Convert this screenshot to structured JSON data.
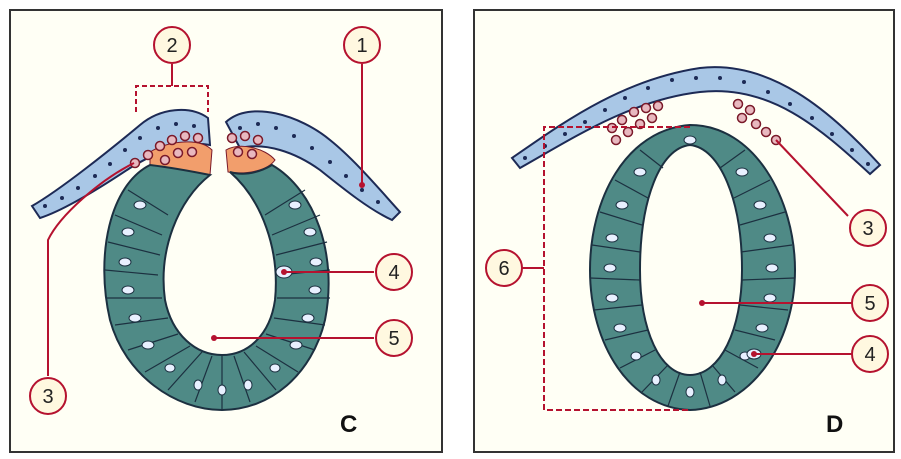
{
  "colors": {
    "panel_bg": "#fffff5",
    "panel_border": "#333333",
    "ectoderm_fill": "#a9c7e6",
    "ectoderm_stroke": "#1d2a55",
    "neural_fill": "#4f8a86",
    "neural_stroke": "#1c3040",
    "crest_fill": "#e8b8bf",
    "crest_stroke": "#7a1a2a",
    "orange": "#f29e6c",
    "leader": "#b5122f",
    "callout_fill": "#fff8e0"
  },
  "panels": {
    "left": {
      "letter": "C"
    },
    "right": {
      "letter": "D"
    }
  },
  "callouts": {
    "left": {
      "c1": "1",
      "c2": "2",
      "c3": "3",
      "c4": "4",
      "c5": "5"
    },
    "right": {
      "c3": "3",
      "c4": "4",
      "c5": "5",
      "c6": "6"
    }
  }
}
